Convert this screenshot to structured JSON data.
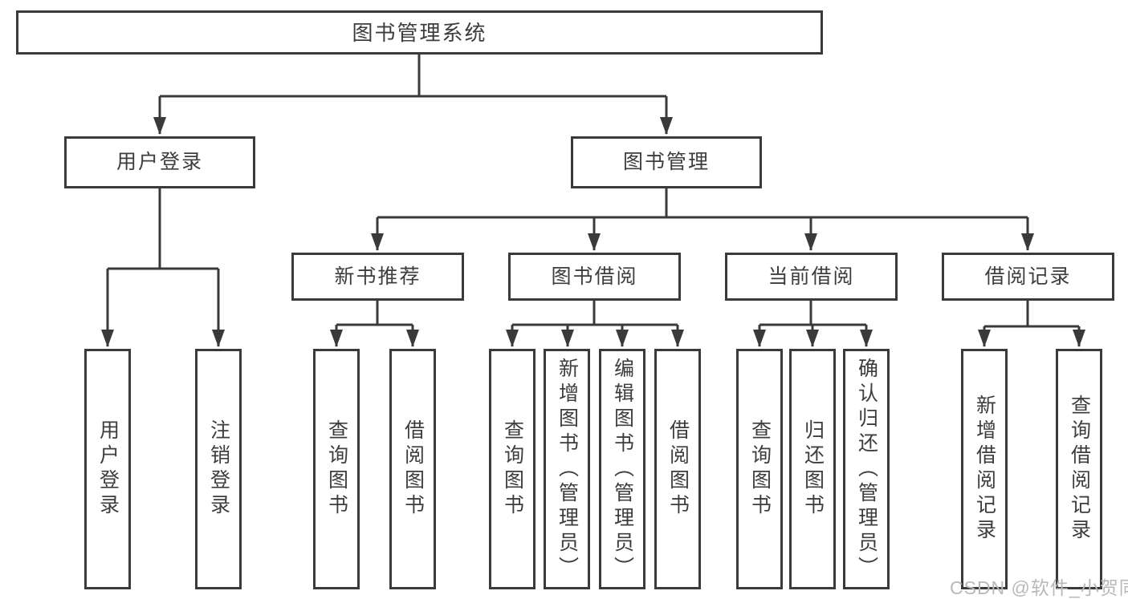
{
  "tree": {
    "label": "图书管理系统",
    "children": [
      {
        "label": "用户登录",
        "children": [
          {
            "label": "用户登录"
          },
          {
            "label": "注销登录"
          }
        ]
      },
      {
        "label": "图书管理",
        "children": [
          {
            "label": "新书推荐",
            "children": [
              {
                "label": "查询图书"
              },
              {
                "label": "借阅图书"
              }
            ]
          },
          {
            "label": "图书借阅",
            "children": [
              {
                "label": "查询图书"
              },
              {
                "label": "新增图书（管理员）"
              },
              {
                "label": "编辑图书（管理员）"
              },
              {
                "label": "借阅图书"
              }
            ]
          },
          {
            "label": "当前借阅",
            "children": [
              {
                "label": "查询图书"
              },
              {
                "label": "归还图书"
              },
              {
                "label": "确认归还（管理员）"
              }
            ]
          },
          {
            "label": "借阅记录",
            "children": [
              {
                "label": "新增借阅记录"
              },
              {
                "label": "查询借阅记录"
              }
            ]
          }
        ]
      }
    ]
  },
  "watermark": {
    "text": "CSDN @软件_小贺同学"
  },
  "theme": {
    "line_color": "#3a3a3a",
    "text_color": "#3d3d3d",
    "watermark_color": "#b9b9b9",
    "bg_color": "#ffffff"
  }
}
